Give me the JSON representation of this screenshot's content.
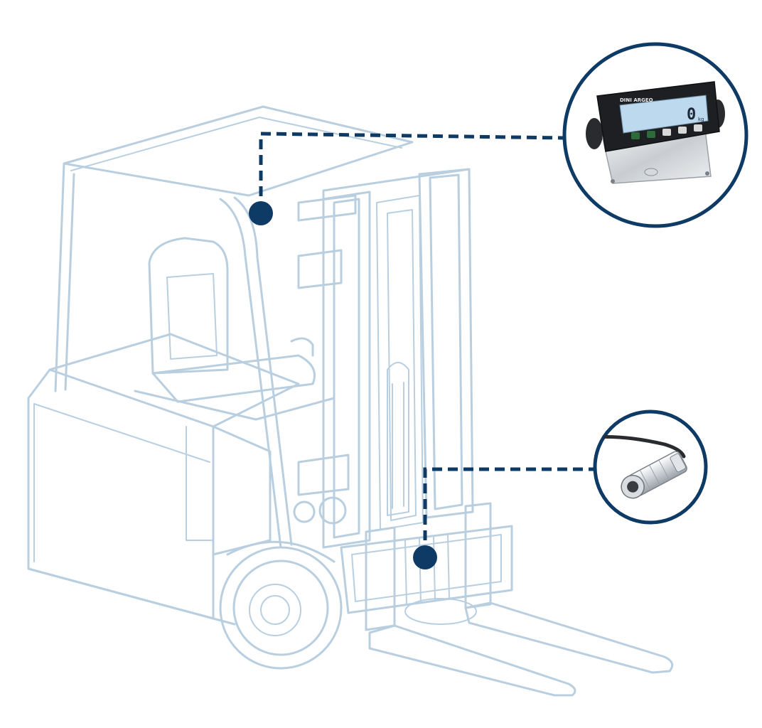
{
  "illustration": {
    "subject": "forklift",
    "colors": {
      "outline": "#b9cfe0",
      "accent": "#0e3a66",
      "display_screen": "#bcd9ee",
      "display_body": "#1e1f22"
    },
    "callouts": [
      {
        "id": "weighing-indicator",
        "icon": "digital-scale-indicator",
        "display": {
          "brand": "DINI ARGEO",
          "reading": "0",
          "unit": "kg"
        }
      },
      {
        "id": "pressure-sensor",
        "icon": "cable-pressure-transducer"
      }
    ]
  }
}
